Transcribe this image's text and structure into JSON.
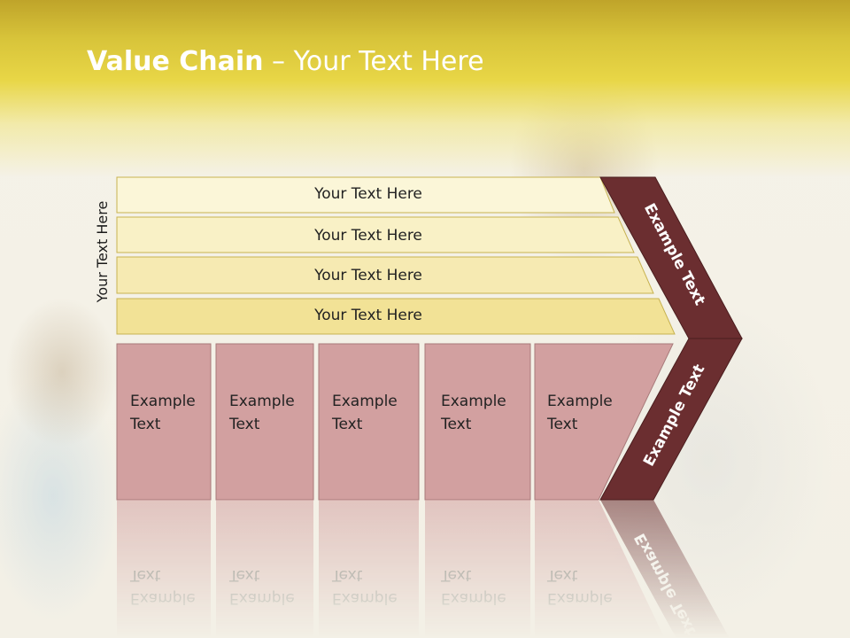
{
  "title": {
    "bold": "Value Chain",
    "rest": " – Your Text Here"
  },
  "side_label": "Your Text Here",
  "bars": [
    {
      "label": "Your Text Here"
    },
    {
      "label": "Your Text Here"
    },
    {
      "label": "Your Text Here"
    },
    {
      "label": "Your Text Here"
    }
  ],
  "boxes": [
    {
      "line1": "Example",
      "line2": "Text"
    },
    {
      "line1": "Example",
      "line2": "Text"
    },
    {
      "line1": "Example",
      "line2": "Text"
    },
    {
      "line1": "Example",
      "line2": "Text"
    },
    {
      "line1": "Example",
      "line2": "Text"
    }
  ],
  "chevron": {
    "upper_label": "Example Text",
    "lower_label": "Example Text"
  },
  "colors": {
    "header": "#e8d646",
    "bar_fill": "#faf3c8",
    "box_fill": "#d2a0a0",
    "chevron_fill": "#6b2e30"
  }
}
